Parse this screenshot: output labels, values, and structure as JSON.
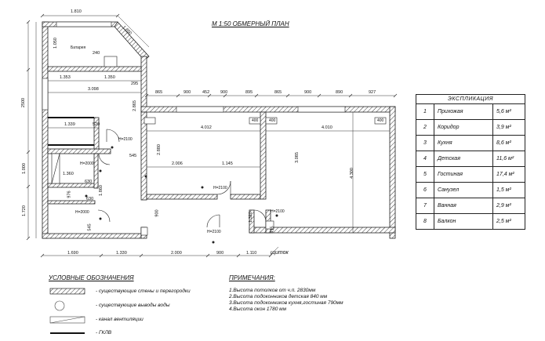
{
  "title": "М 1:50 ОБМЕРНЫЙ ПЛАН",
  "explication": {
    "header": "ЭКСПЛИКАЦИЯ",
    "rows": [
      {
        "num": "1",
        "name": "Прихожая",
        "area": "5,6 м²"
      },
      {
        "num": "2",
        "name": "Коридор",
        "area": "3,9 м²"
      },
      {
        "num": "3",
        "name": "Кухня",
        "area": "8,6 м²"
      },
      {
        "num": "4",
        "name": "Детская",
        "area": "11,6 м²"
      },
      {
        "num": "5",
        "name": "Гостиная",
        "area": "17,4 м²"
      },
      {
        "num": "6",
        "name": "Санузел",
        "area": "1,5 м²"
      },
      {
        "num": "7",
        "name": "Ванная",
        "area": "2,9 м²"
      },
      {
        "num": "8",
        "name": "Балкон",
        "area": "2,5 м²"
      }
    ]
  },
  "legend": {
    "title": "УСЛОВНЫЕ ОБОЗНАЧЕНИЯ",
    "items": [
      "- существующие стены и перегородки",
      "- существующие выводы воды",
      "- канал вентиляции",
      "- ГКЛВ"
    ]
  },
  "notes": {
    "title": "ПРИМЕЧАНИЯ:",
    "lines": [
      "1.Высота потолков от ч.п. 2830мм",
      "2.Высота подоконников детская 840 мм",
      "3.Высота подоконников кухня,гостиная 790мм",
      "4.Высота окон 1780 мм"
    ]
  },
  "plan": {
    "panel_label": "щиток",
    "battery_label": "Батарея",
    "dimensions": {
      "top": [
        "1.810",
        "1.850",
        "240"
      ],
      "top_chain": [
        "865",
        "900",
        "452",
        "900",
        "895",
        "865",
        "900",
        "890",
        "927"
      ],
      "left": [
        "1.050",
        "2500",
        "1.000",
        "1.720"
      ],
      "balcony": [
        "1.353",
        "1.350",
        "3.098",
        "295",
        "2.865"
      ],
      "kitchen": [
        "1.339",
        "520",
        "545",
        "1.360"
      ],
      "bath": [
        "630",
        "1.860",
        "976",
        "630",
        "545"
      ],
      "rooms": [
        "4.012",
        "4.010",
        "2.880",
        "3.085",
        "2.006",
        "1.145",
        "4.300",
        "900",
        "1.320",
        "415",
        "400",
        "400",
        "400"
      ],
      "bottom": [
        "1.690",
        "1.330",
        "2.000",
        "900",
        "1.110"
      ]
    },
    "door_heights": [
      "H=2100",
      "H=2000",
      "H=2000",
      "H=2100",
      "H=2100",
      "H=2100"
    ]
  }
}
